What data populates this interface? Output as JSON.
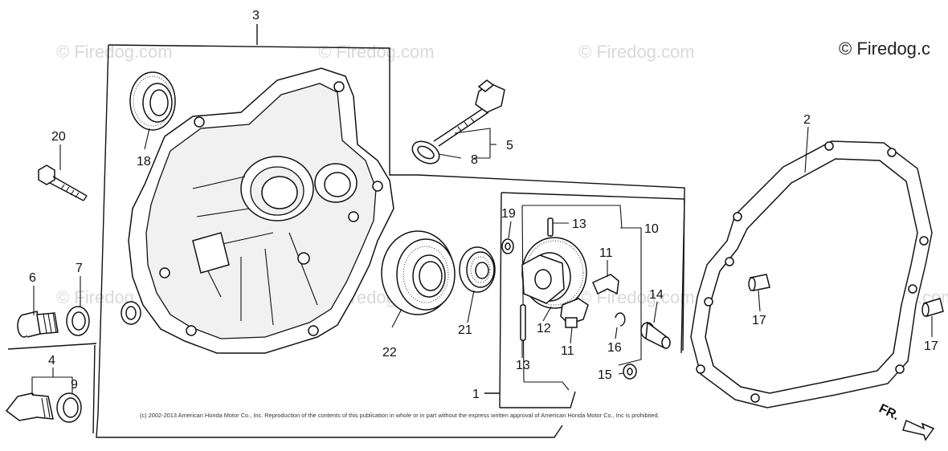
{
  "watermarks": {
    "faint": "© Firedog.com",
    "corner": "© Firedog.c"
  },
  "copyright": "(c) 2002-2013 American Honda Motor Co., Inc. Reproduction of the contents of this publication in whole or in part without the express written approval of American Honda Motor Co., Inc is prohibited.",
  "direction_label": "FR.",
  "callouts": {
    "c1": "1",
    "c2": "2",
    "c3": "3",
    "c4": "4",
    "c5": "5",
    "c6": "6",
    "c7": "7",
    "c8": "8",
    "c9": "9",
    "c10": "10",
    "c11a": "11",
    "c11b": "11",
    "c12": "12",
    "c13a": "13",
    "c13b": "13",
    "c14": "14",
    "c15": "15",
    "c16": "16",
    "c17a": "17",
    "c17b": "17",
    "c18": "18",
    "c19": "19",
    "c20": "20",
    "c21": "21",
    "c22": "22"
  }
}
